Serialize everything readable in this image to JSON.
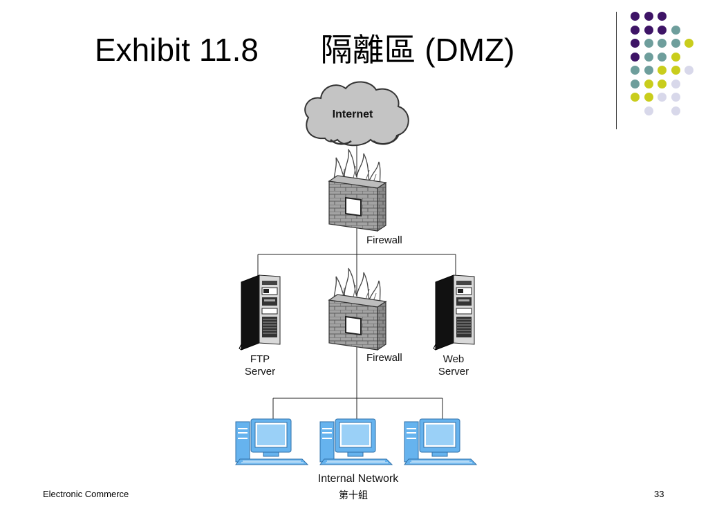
{
  "slide": {
    "title_prefix": "Exhibit 11.8",
    "title_cjk": "隔離區",
    "title_suffix": " (DMZ)",
    "footer_left": "Electronic Commerce",
    "footer_center": "第十組",
    "page_number": "33"
  },
  "diagram": {
    "internet_label": "Internet",
    "firewall_top_label": "Firewall",
    "firewall_mid_label": "Firewall",
    "ftp_label_line1": "FTP",
    "ftp_label_line2": "Server",
    "web_label_line1": "Web",
    "web_label_line2": "Server",
    "internal_label": "Internal Network"
  },
  "colors": {
    "purple": "#3e1466",
    "teal": "#6e9e9c",
    "lime": "#c9cd1c",
    "lavender": "#d8d8ea",
    "brick": "#9a9a9a",
    "cloud": "#c4c4c4",
    "monitor": "#66b3ee"
  },
  "decor_dots": [
    [
      "purple",
      "purple",
      "purple",
      "",
      ""
    ],
    [
      "purple",
      "purple",
      "purple",
      "teal",
      ""
    ],
    [
      "purple",
      "teal",
      "teal",
      "teal",
      "lime"
    ],
    [
      "purple",
      "teal",
      "teal",
      "lime",
      ""
    ],
    [
      "teal",
      "teal",
      "lime",
      "lime",
      "lavender"
    ],
    [
      "teal",
      "lime",
      "lime",
      "lavender",
      ""
    ],
    [
      "lime",
      "lime",
      "lavender",
      "lavender",
      ""
    ],
    [
      "",
      "lavender",
      "",
      "lavender",
      ""
    ]
  ]
}
